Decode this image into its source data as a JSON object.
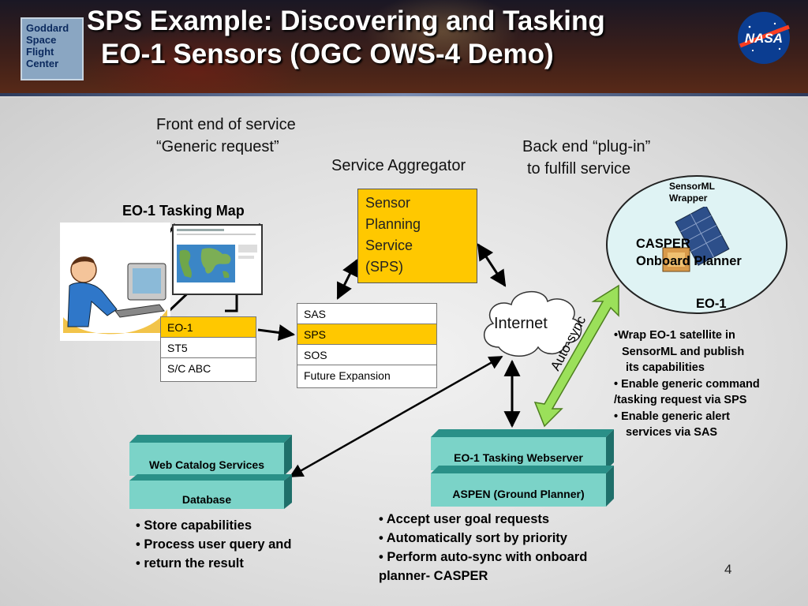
{
  "header": {
    "title_line1": "SPS Example:  Discovering and Tasking",
    "title_line2": "EO-1 Sensors (OGC OWS-4 Demo)",
    "gsfc_lines": [
      "Goddard",
      "Space",
      "Flight",
      "Center"
    ],
    "nasa_logo_text": "NASA"
  },
  "labels": {
    "front_end_1": "Front end of service",
    "front_end_2": "“Generic request”",
    "service_aggregator": "Service Aggregator",
    "back_end_1": "Back end “plug-in”",
    "back_end_2": "to fulfill service",
    "tasking_map": "EO-1 Tasking Map",
    "internet": "Internet",
    "auto_sync": "Auto-sync"
  },
  "sps_box": [
    "Sensor",
    "Planning",
    "Service",
    "(SPS)"
  ],
  "sensor_list": [
    "EO-1",
    "ST5",
    "S/C ABC"
  ],
  "service_list": [
    "SAS",
    "SPS",
    "SOS",
    "Future Expansion"
  ],
  "oval": {
    "sensorml_1": "SensorML",
    "sensorml_2": "Wrapper",
    "casper_1": "CASPER",
    "casper_2": "Onboard Planner",
    "eo1": "EO-1"
  },
  "eo1_notes": [
    "•Wrap EO-1 satellite in",
    "SensorML and publish",
    "its capabilities",
    "• Enable generic command",
    "/tasking request  via SPS",
    "• Enable generic alert",
    "services via SAS"
  ],
  "catalog": {
    "top": "Web Catalog Services",
    "bottom": "Database",
    "bullets": [
      "• Store capabilities",
      "• Process user query and",
      "•  return the result"
    ]
  },
  "webserver": {
    "top": "EO-1 Tasking Webserver",
    "bottom": "ASPEN (Ground Planner)",
    "bullets": [
      "• Accept user goal requests",
      "• Automatically sort by priority",
      "• Perform auto-sync with onboard",
      "planner- CASPER"
    ]
  },
  "page_number": "4",
  "colors": {
    "sps_yellow": "#ffc800",
    "teal_stack": "#2fa39a",
    "auto_sync_green": "#9be05a",
    "oval_fill": "#dff3f4"
  }
}
